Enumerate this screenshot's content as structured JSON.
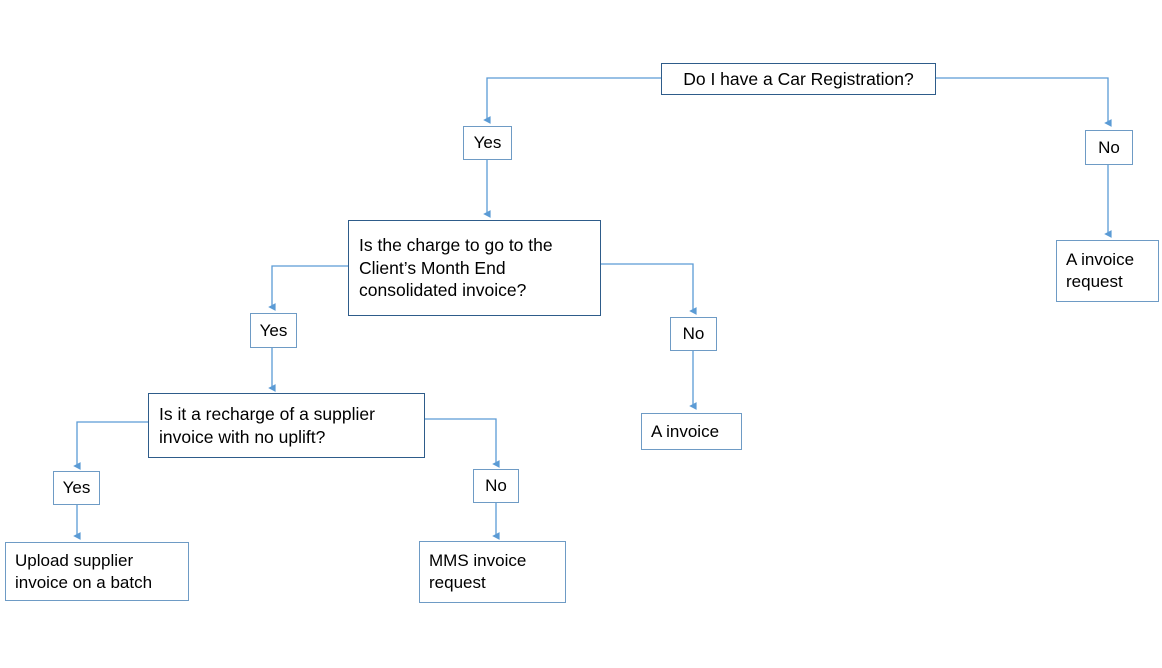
{
  "diagram": {
    "title": "Car Registration invoicing decision flowchart",
    "colors": {
      "connector": "#5B9BD5",
      "question_border": "#2E5C8A",
      "label_border": "#6E9BC5",
      "text": "#000000",
      "background": "#FFFFFF"
    },
    "nodes": {
      "q_car_registration": {
        "text": "Do I have a Car Registration?",
        "type": "question"
      },
      "yes_car_registration": {
        "text": "Yes",
        "type": "label"
      },
      "no_car_registration": {
        "text": "No",
        "type": "label"
      },
      "terminal_a_invoice_request": {
        "text": "A invoice\nrequest",
        "type": "terminal"
      },
      "q_month_end": {
        "text": "Is the charge to go to the\nClient’s Month End\nconsolidated invoice?",
        "type": "question"
      },
      "yes_month_end": {
        "text": "Yes",
        "type": "label"
      },
      "no_month_end": {
        "text": "No",
        "type": "label"
      },
      "terminal_a_invoice": {
        "text": "A invoice",
        "type": "terminal"
      },
      "q_recharge": {
        "text": "Is it a recharge of a supplier\ninvoice with no uplift?",
        "type": "question"
      },
      "yes_recharge": {
        "text": "Yes",
        "type": "label"
      },
      "no_recharge": {
        "text": "No",
        "type": "label"
      },
      "terminal_upload_supplier": {
        "text": "Upload supplier\ninvoice on a batch",
        "type": "terminal"
      },
      "terminal_mms_invoice": {
        "text": "MMS invoice\nrequest",
        "type": "terminal"
      }
    }
  }
}
